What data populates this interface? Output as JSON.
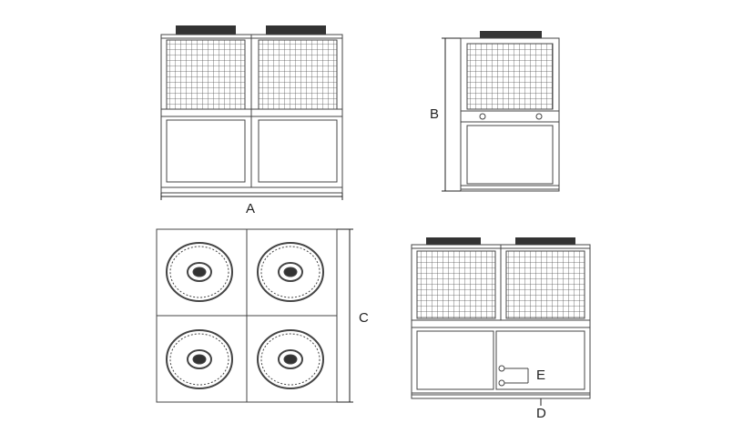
{
  "labels": {
    "a": "A",
    "b": "B",
    "c": "C",
    "d": "D",
    "e": "E"
  },
  "colors": {
    "line": "#444444",
    "light": "#888888",
    "dark": "#222222",
    "panel": "#ffffff"
  }
}
